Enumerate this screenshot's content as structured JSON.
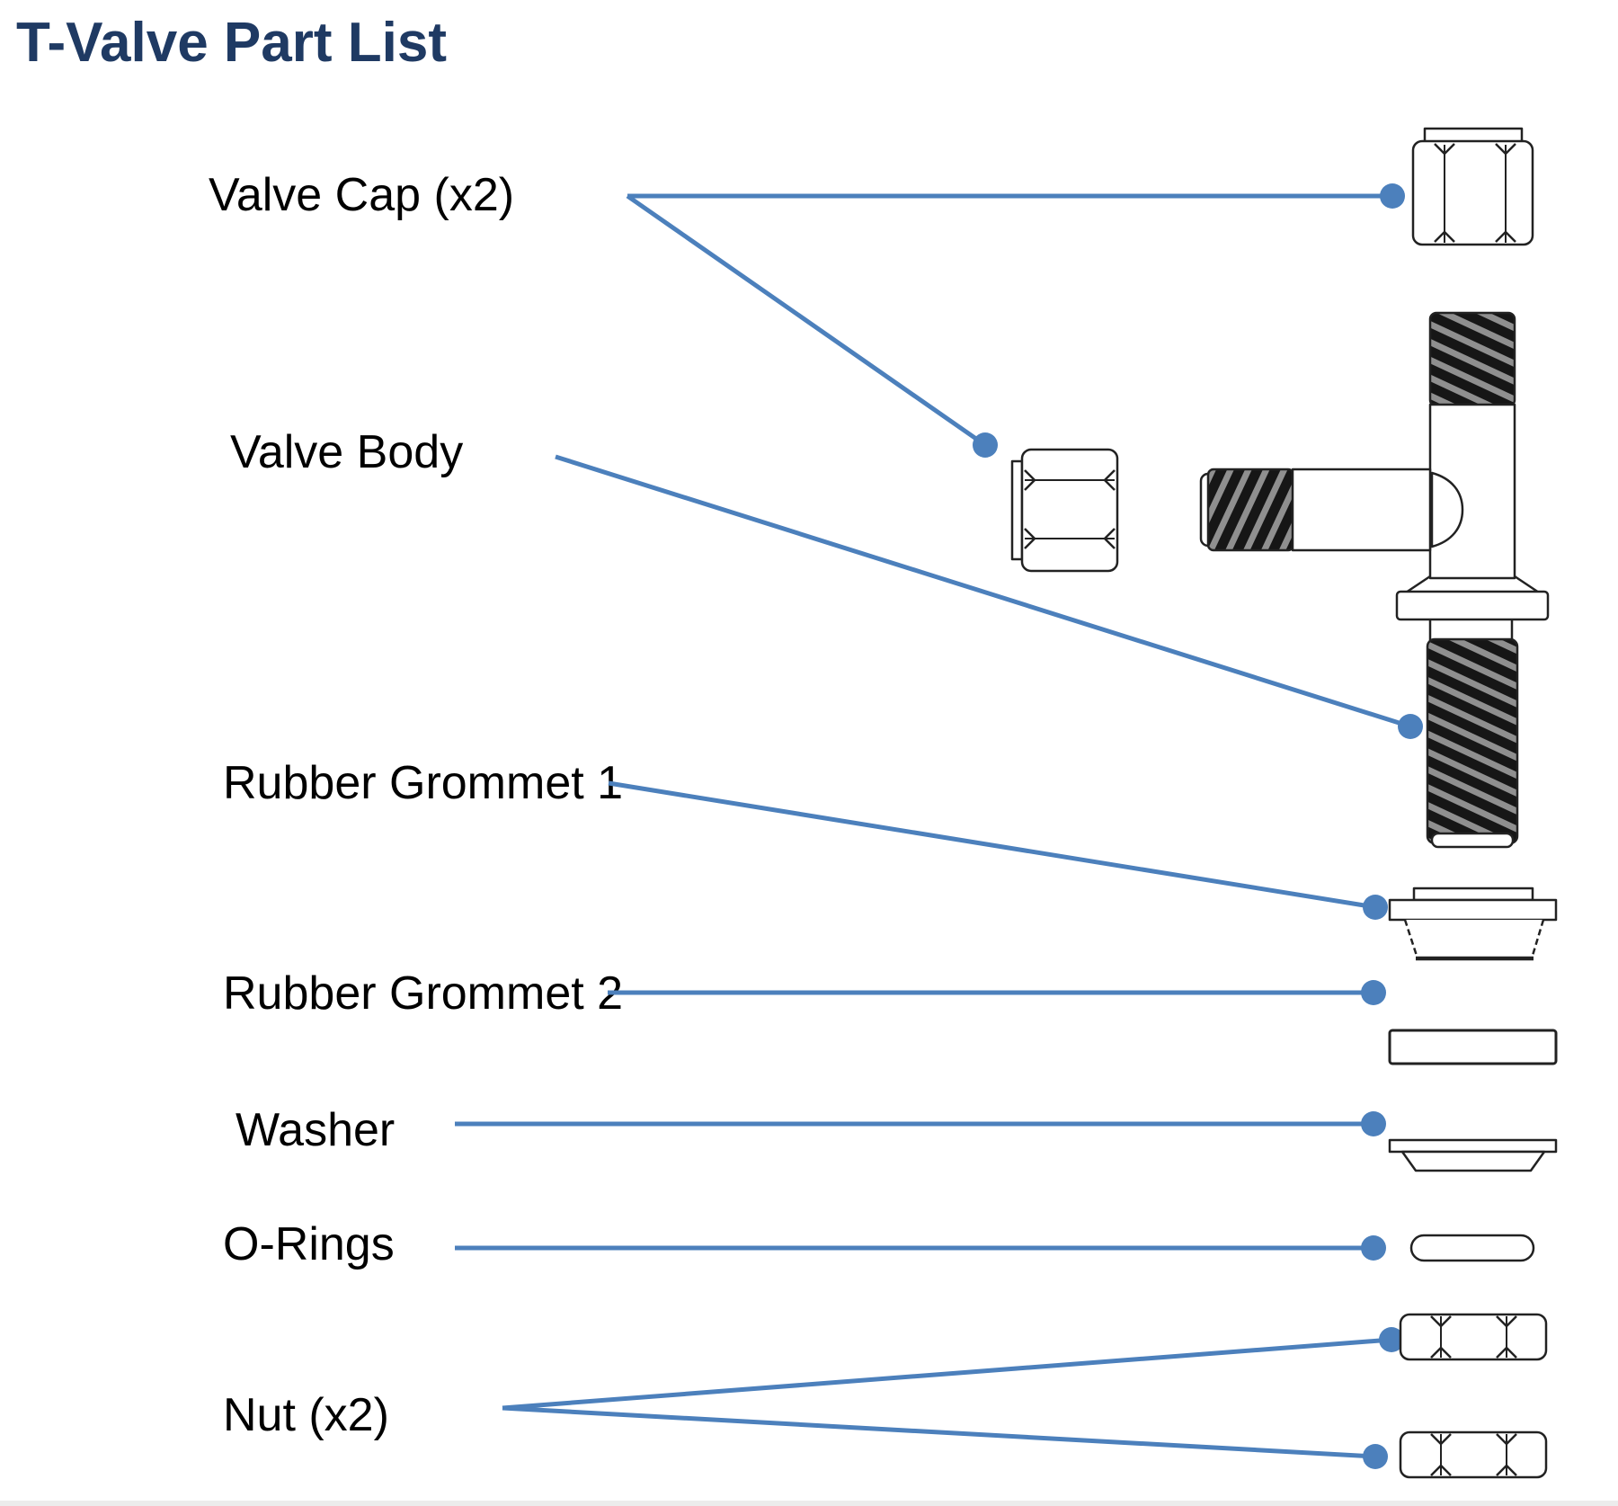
{
  "title": {
    "text": "T-Valve Part List",
    "color": "#1F3A63"
  },
  "labels": {
    "valve_cap": "Valve Cap (x2)",
    "valve_body": "Valve Body",
    "rubber_grommet_1": "Rubber Grommet 1",
    "rubber_grommet_2": "Rubber Grommet 2",
    "washer": "Washer",
    "o_rings": "O-Rings",
    "nut": "Nut (x2)"
  },
  "colors": {
    "leader_blue": "#4C80BC",
    "outline": "#222222",
    "thread_dark": "#161616",
    "thread_light": "#8f8f8f",
    "label_text": "#000000",
    "title_navy": "#1F3A63",
    "background": "#ffffff",
    "bottom_strip": "#ececec"
  }
}
